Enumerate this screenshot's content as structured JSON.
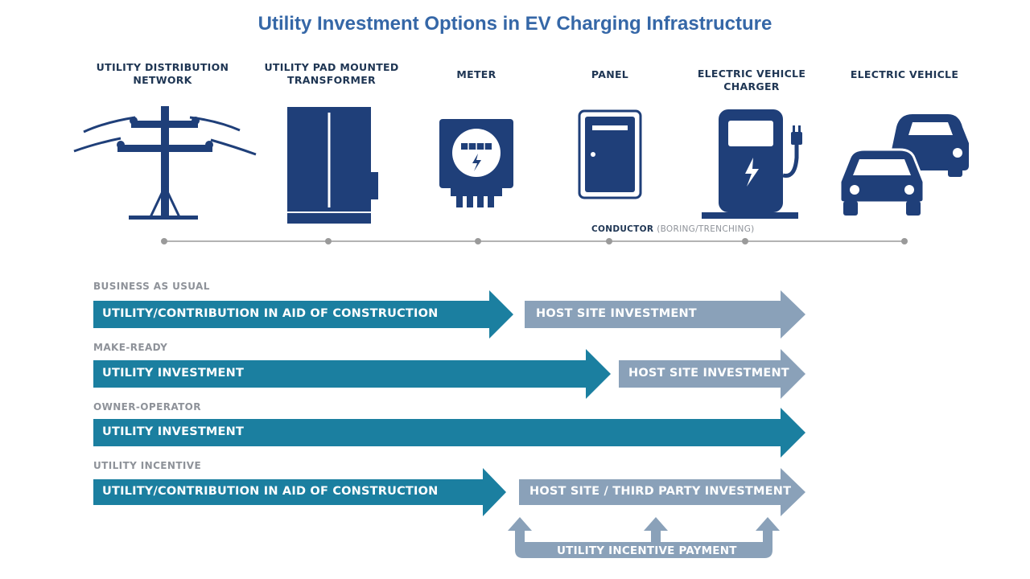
{
  "title": "Utility Investment Options in EV Charging Infrastructure",
  "components": [
    {
      "name": "UTILITY DISTRIBUTION NETWORK",
      "icon": "utility-pole-icon"
    },
    {
      "name": "UTILITY PAD MOUNTED TRANSFORMER",
      "icon": "transformer-icon"
    },
    {
      "name": "METER",
      "icon": "meter-icon"
    },
    {
      "name": "PANEL",
      "icon": "panel-icon"
    },
    {
      "name": "ELECTRIC VEHICLE CHARGER",
      "icon": "ev-charger-icon"
    },
    {
      "name": "ELECTRIC VEHICLE",
      "icon": "cars-icon"
    }
  ],
  "conductor": {
    "label": "CONDUCTOR",
    "sub": "(BORING/TRENCHING)"
  },
  "rows": [
    {
      "name": "BUSINESS AS USUAL",
      "utility": "UTILITY/CONTRIBUTION IN AID OF CONSTRUCTION",
      "host": "HOST SITE INVESTMENT"
    },
    {
      "name": "MAKE-READY",
      "utility": "UTILITY INVESTMENT",
      "host": "HOST SITE INVESTMENT"
    },
    {
      "name": "OWNER-OPERATOR",
      "utility": "UTILITY INVESTMENT"
    },
    {
      "name": "UTILITY INCENTIVE",
      "utility": "UTILITY/CONTRIBUTION IN AID OF CONSTRUCTION",
      "host": "HOST SITE / THIRD PARTY INVESTMENT"
    }
  ],
  "incentive_payment": "UTILITY INCENTIVE PAYMENT",
  "colors": {
    "title": "#3567a7",
    "icon": "#1f3f79",
    "utility_arrow": "#1b7fa0",
    "host_arrow": "#8aa1b9",
    "row_label": "#8e9299",
    "timeline": "#b3b3b3"
  }
}
